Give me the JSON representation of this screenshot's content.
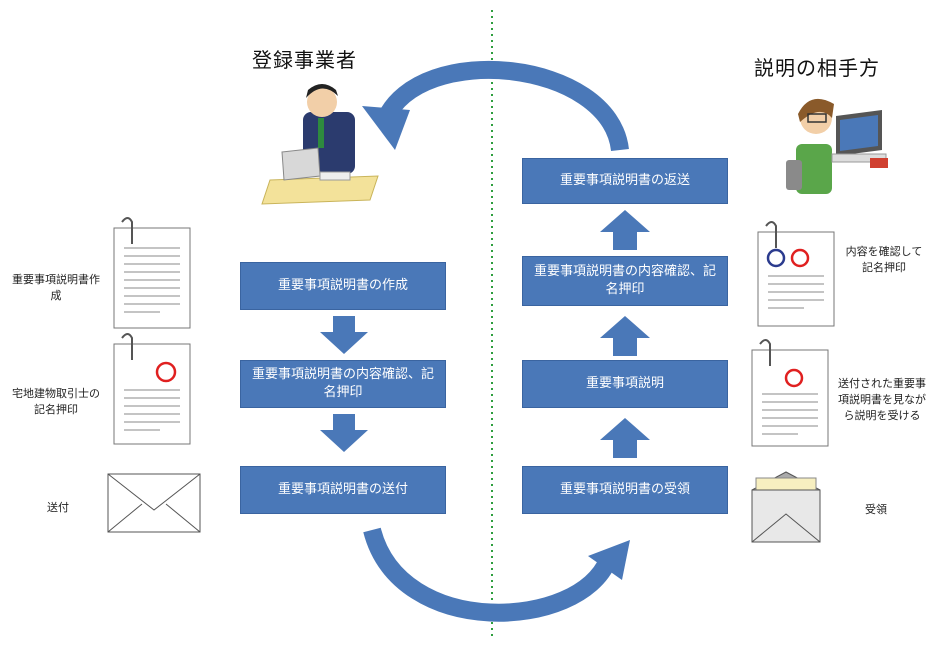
{
  "titles": {
    "left": "登録事業者",
    "right": "説明の相手方"
  },
  "left_flow": [
    "重要事項説明書の作成",
    "重要事項説明書の内容確認、記名押印",
    "重要事項説明書の送付"
  ],
  "right_flow": [
    "重要事項説明書の返送",
    "重要事項説明書の内容確認、記名押印",
    "重要事項説明",
    "重要事項説明書の受領"
  ],
  "left_labels": [
    "重要事項説明書作成",
    "宅地建物取引士の記名押印",
    "送付"
  ],
  "right_labels": [
    "内容を確認して記名押印",
    "送付された重要事項説明書を見ながら説明を受ける",
    "受領"
  ],
  "colors": {
    "box": "#4a78b8",
    "arrow": "#4a78b8",
    "divider": "#2e9e3e",
    "stamp": "#e02020"
  }
}
